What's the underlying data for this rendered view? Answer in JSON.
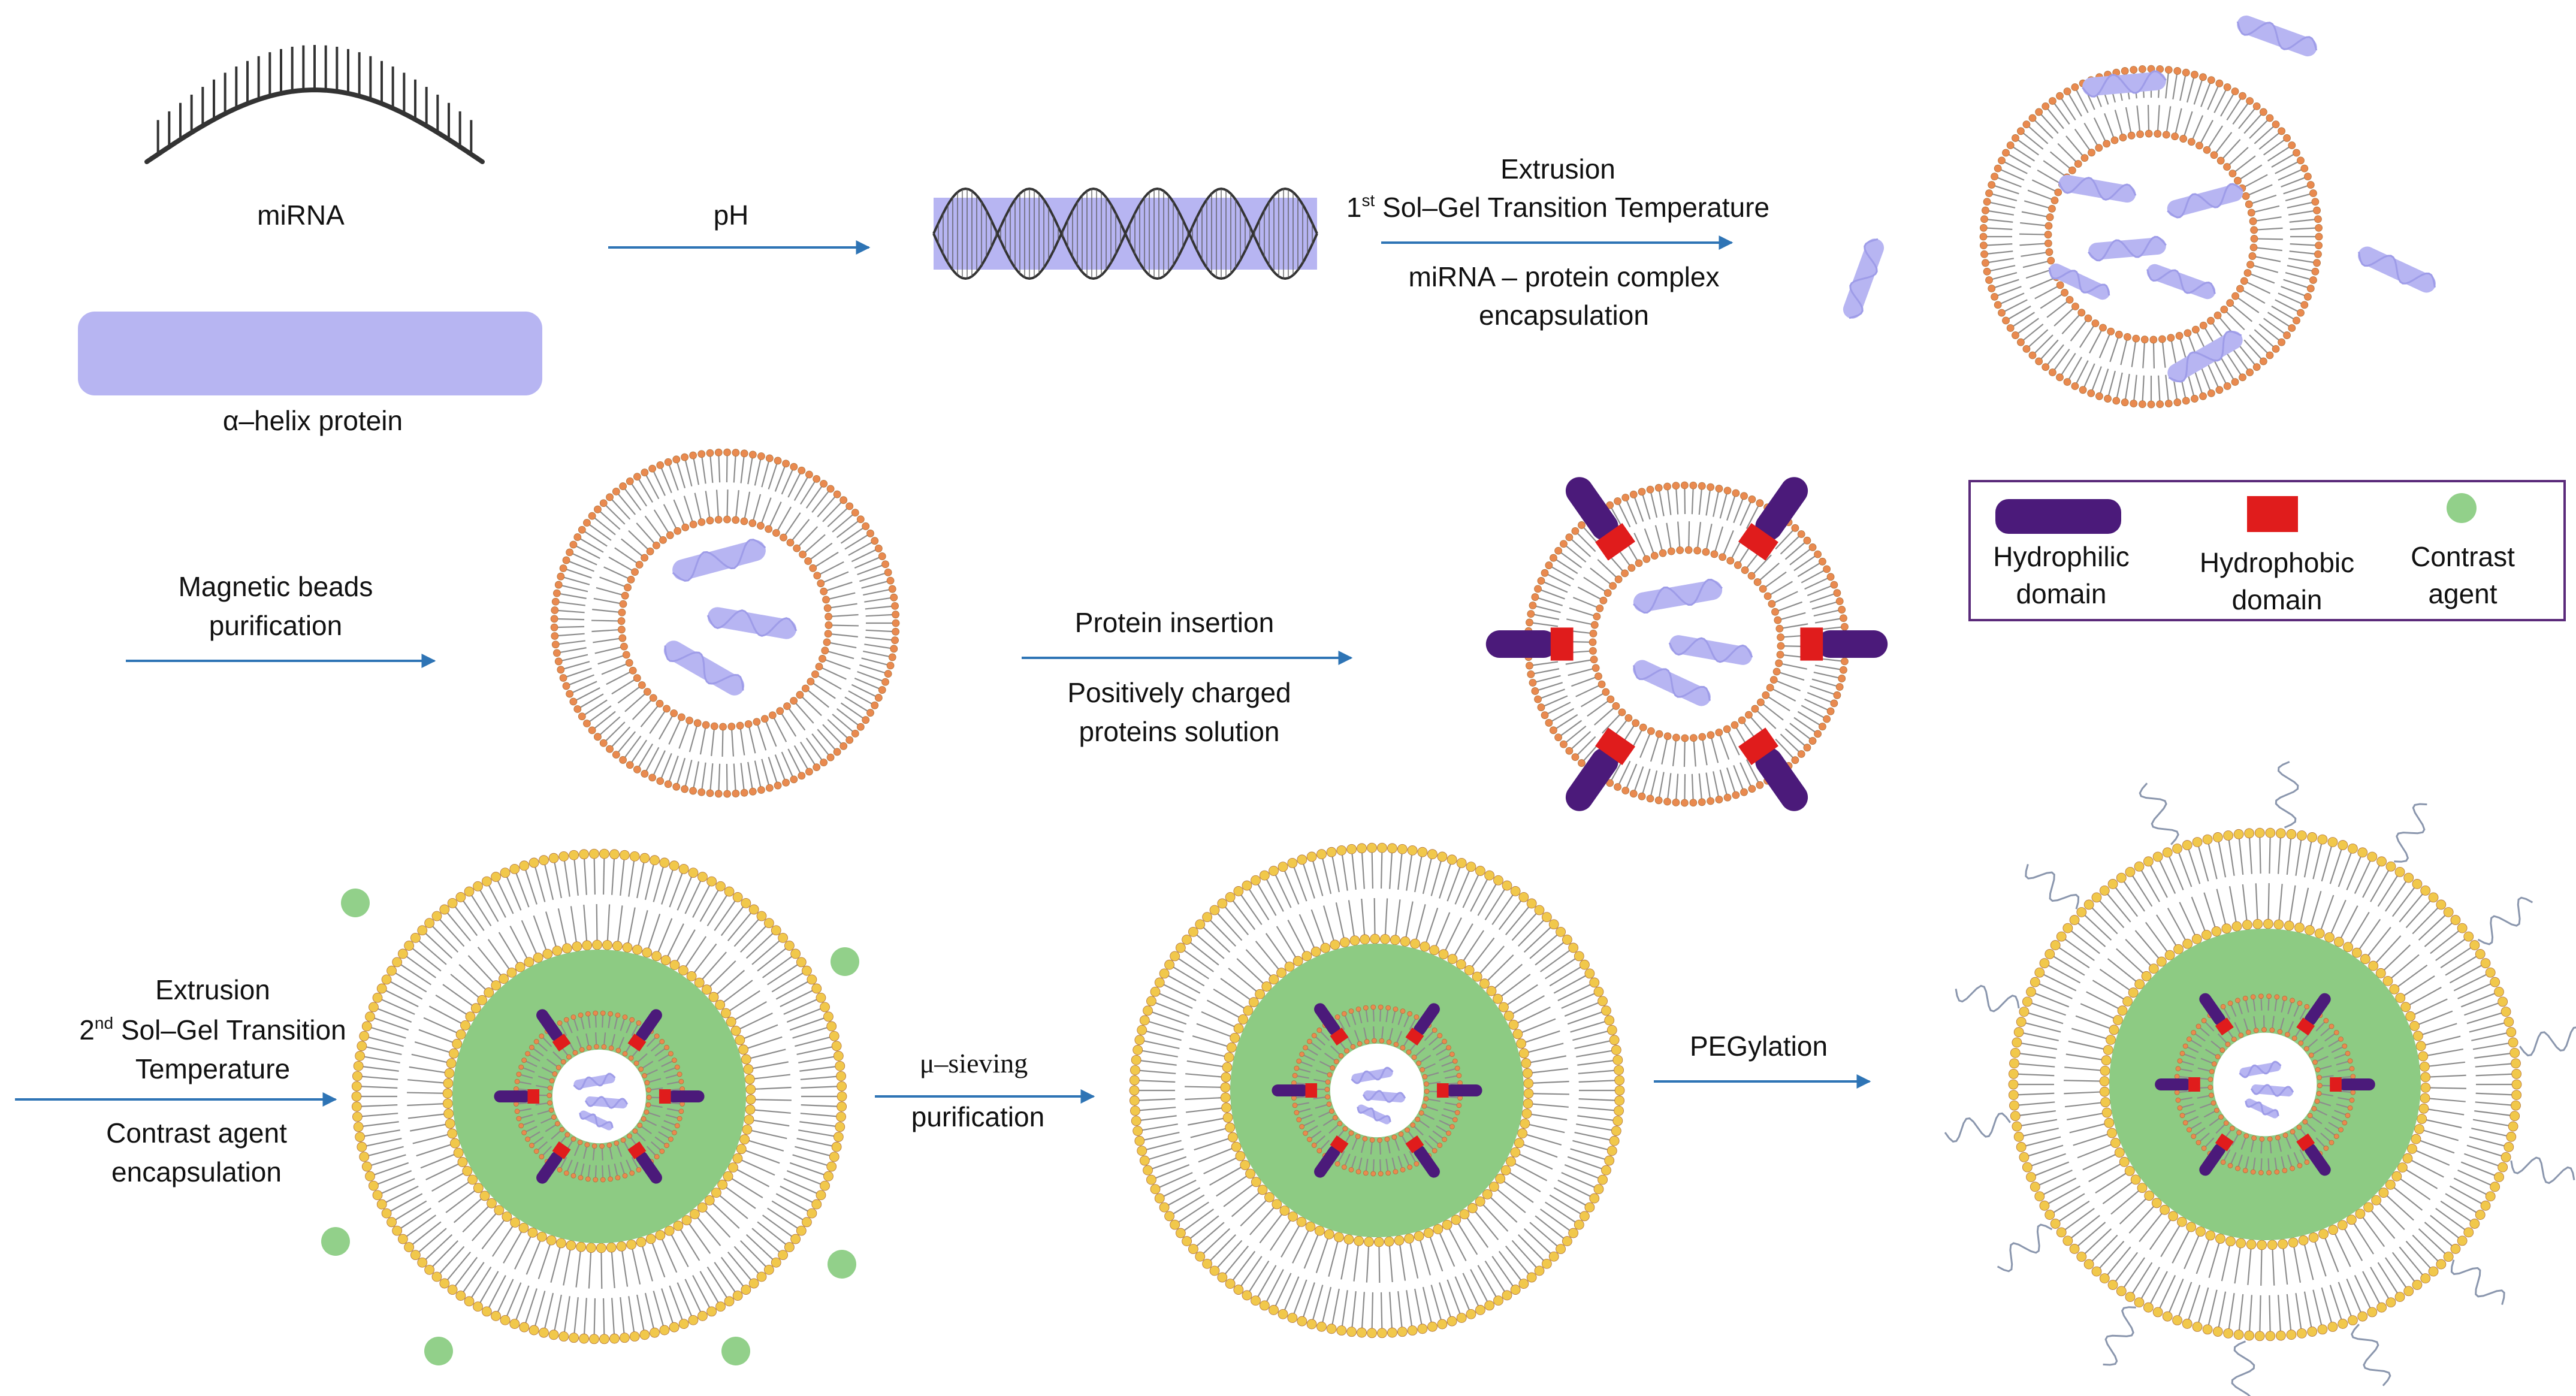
{
  "colors": {
    "arrow": "#2e74b5",
    "lipid_head_inner": "#e98a4f",
    "lipid_head_outer": "#f1c84b",
    "lipid_tail": "#8c8c8c",
    "protein": "#b7b5f2",
    "protein_strand": "#9e9ce8",
    "helix_strand": "#333333",
    "hydrophilic": "#4b1a7a",
    "hydrophobic": "#e01c1c",
    "contrast": "#92d08a",
    "core_fill": "#8dcb83",
    "legend_border": "#5a2a7a",
    "peg": "#8a96ad"
  },
  "labels": {
    "mirna": "miRNA",
    "alpha_helix": "α–helix protein",
    "ph": "pH",
    "step1_top1": "Extrusion",
    "step1_top2_prefix": "1",
    "step1_top2_sup": "st",
    "step1_top2_rest": " Sol–Gel Transition Temperature",
    "step1_bottom1": "miRNA – protein complex",
    "step1_bottom2": "encapsulation",
    "magnetic1": "Magnetic beads",
    "magnetic2": "purification",
    "insertion": "Protein insertion",
    "charged1": "Positively charged",
    "charged2": "proteins solution",
    "step3_top1": "Extrusion",
    "step3_top2_prefix": "2",
    "step3_top2_sup": "nd",
    "step3_top2_rest": " Sol–Gel Transition",
    "step3_top3": "Temperature",
    "step3_bottom1": "Contrast agent",
    "step3_bottom2": "encapsulation",
    "sieving": "μ–sieving",
    "sieving2": "purification",
    "pegylation": "PEGylation"
  },
  "legend": {
    "hydrophilic1": "Hydrophilic",
    "hydrophilic2": "domain",
    "hydrophobic1": "Hydrophobic",
    "hydrophobic2": "domain",
    "contrast1": "Contrast",
    "contrast2": "agent"
  }
}
